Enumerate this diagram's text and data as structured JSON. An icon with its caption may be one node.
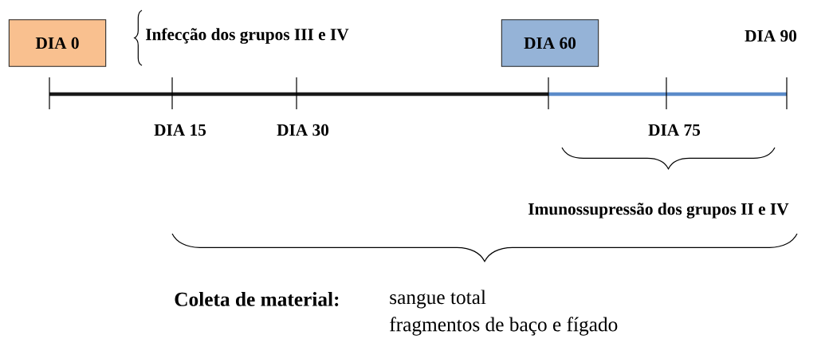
{
  "diagram": {
    "nodes": [
      {
        "text": [
          "DIA 0"
        ]
      },
      {
        "text": [
          "DIA 60"
        ]
      }
    ],
    "labels": [
      "Infecção dos grupos III e IV",
      "DIA 90",
      "DIA 15",
      "DIA 30",
      "DIA 75",
      "Imunossupressão dos grupos II e IV",
      "Coleta de material:",
      "sangue total",
      "fragmentos de baço e fígado"
    ]
  }
}
